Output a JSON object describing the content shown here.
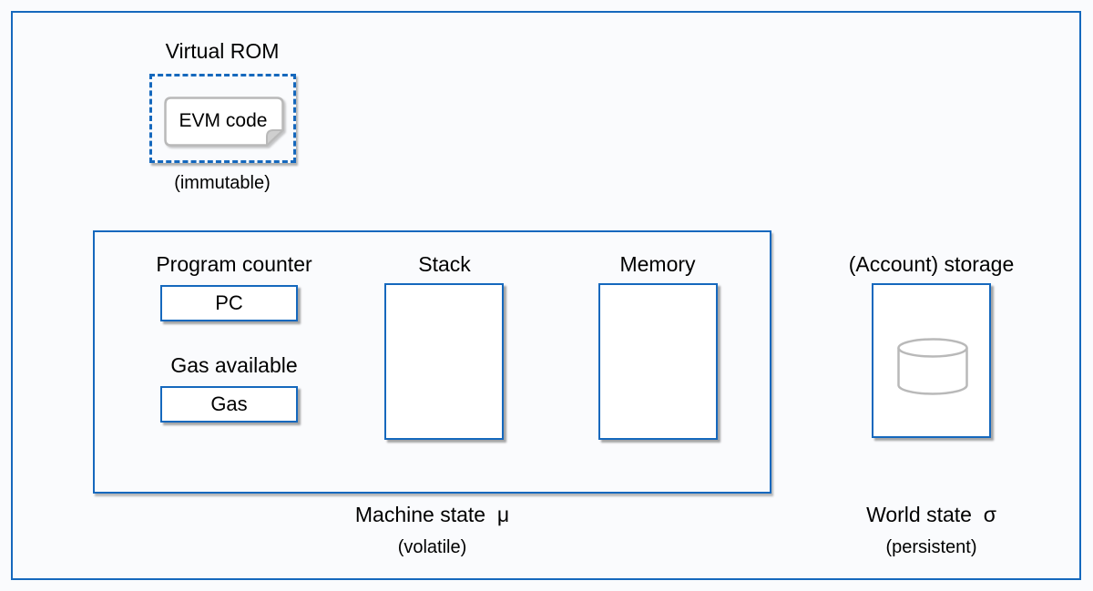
{
  "colors": {
    "accent_blue": "#1568bd",
    "shape_gray": "#b9b9b9",
    "background": "#fafbfd"
  },
  "virtual_rom": {
    "title": "Virtual ROM",
    "note_label": "EVM code",
    "note_icon": "note-folded-corner-icon",
    "subtitle": "(immutable)"
  },
  "machine_state": {
    "program_counter_label": "Program counter",
    "pc_box_label": "PC",
    "gas_label": "Gas available",
    "gas_box_label": "Gas",
    "stack_label": "Stack",
    "memory_label": "Memory",
    "caption": "Machine state  μ",
    "caption_note": "(volatile)"
  },
  "world_state": {
    "storage_label": "(Account) storage",
    "storage_icon": "database-cylinder-icon",
    "caption": "World state  σ",
    "caption_note": "(persistent)"
  }
}
